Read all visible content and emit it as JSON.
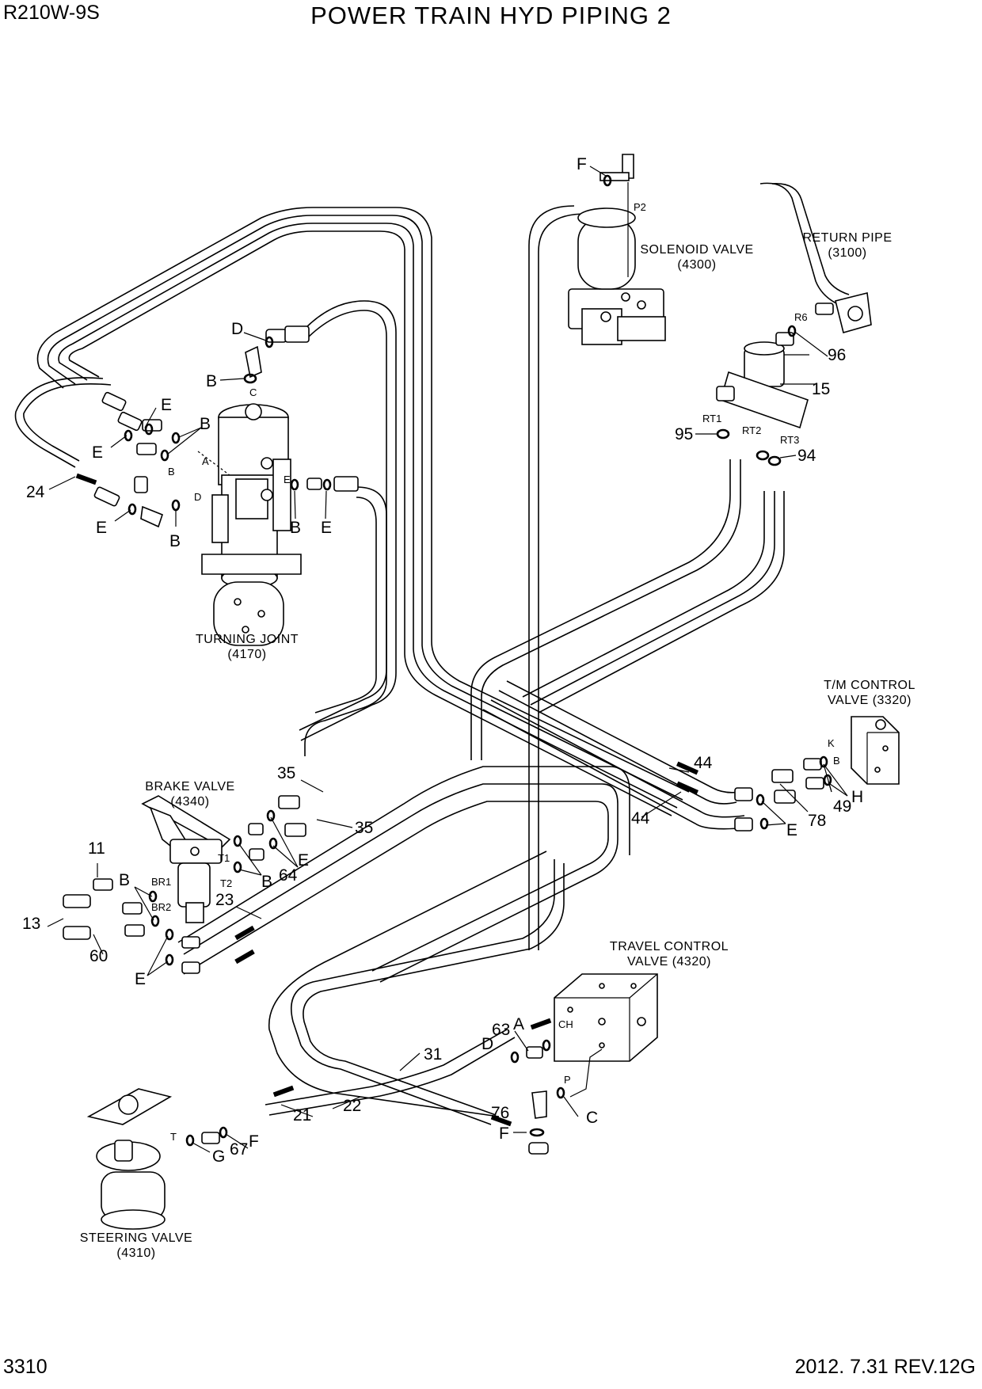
{
  "header": {
    "model": "R210W-9S",
    "title": "POWER TRAIN HYD PIPING 2"
  },
  "footer": {
    "page": "3310",
    "date_rev": "2012. 7.31  REV.12G"
  },
  "components": {
    "solenoid_valve": {
      "name": "SOLENOID VALVE",
      "code": "(4300)"
    },
    "return_pipe": {
      "name": "RETURN PIPE",
      "code": "(3100)"
    },
    "turning_joint": {
      "name": "TURNING JOINT",
      "code": "(4170)"
    },
    "tm_control_valve": {
      "name": "T/M CONTROL",
      "name2": "VALVE (3320)"
    },
    "brake_valve": {
      "name": "BRAKE VALVE",
      "code": "(4340)"
    },
    "travel_control_valve": {
      "name": "TRAVEL CONTROL",
      "name2": "VALVE (4320)"
    },
    "steering_valve": {
      "name": "STEERING VALVE",
      "code": "(4310)"
    }
  },
  "callouts": {
    "p24": "24",
    "p15": "15",
    "p94": "94",
    "p95": "95",
    "p96": "96",
    "p44a": "44",
    "p44b": "44",
    "p49": "49",
    "p78": "78",
    "p35a": "35",
    "p35b": "35",
    "p11": "11",
    "p13": "13",
    "p60": "60",
    "p23": "23",
    "p64": "64",
    "p21": "21",
    "p22": "22",
    "p31": "31",
    "p63": "63",
    "p67": "67",
    "p76": "76",
    "F_sol": "F",
    "D_tj": "D",
    "B_tj1": "B",
    "E_tj1": "E",
    "B_tj2": "B",
    "E_tj2": "E",
    "E_tj3": "E",
    "B_tj3": "B",
    "B_tj4": "B",
    "E_tj4": "E",
    "E_tm": "E",
    "H_tm": "H",
    "B_bv1": "B",
    "E_bv1": "E",
    "B_bv2": "B",
    "E_bv2": "E",
    "A_tcv": "A",
    "D_tcv": "D",
    "C_tcv": "C",
    "F_tcv": "F",
    "G_sv": "G",
    "F_sv": "F"
  },
  "port_labels": {
    "p2": "P2",
    "r6": "R6",
    "rt1": "RT1",
    "rt2": "RT2",
    "rt3": "RT3",
    "c": "C",
    "a": "A",
    "b": "B",
    "d": "D",
    "e": "E",
    "k": "K",
    "b_tm": "B",
    "t1": "T1",
    "t2": "T2",
    "br1": "BR1",
    "br2": "BR2",
    "ch": "CH",
    "p": "P",
    "t": "T"
  }
}
